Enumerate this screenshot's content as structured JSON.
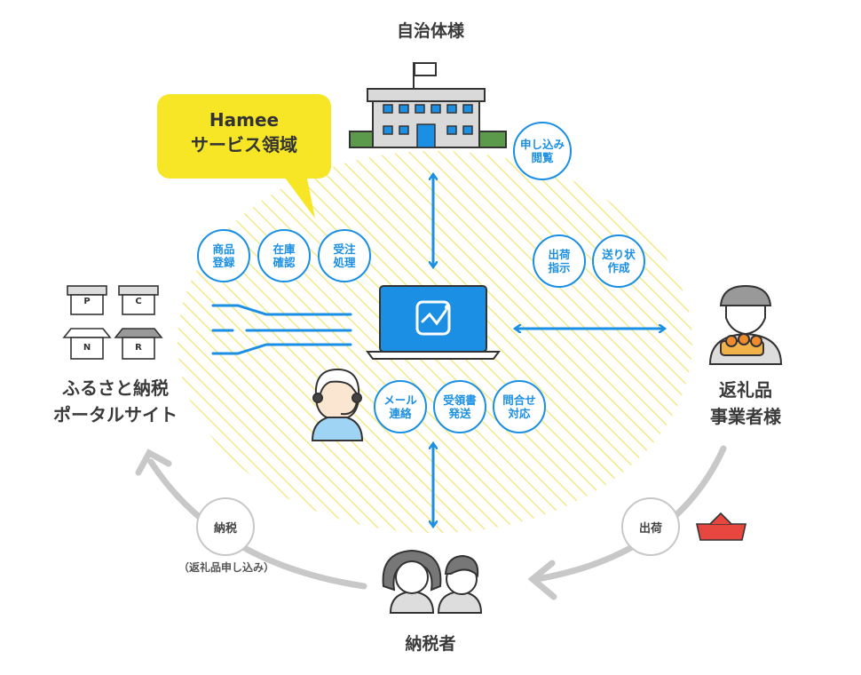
{
  "title_municipality": "自治体様",
  "callout": {
    "line1": "Hamee",
    "line2": "サービス領域"
  },
  "portal": {
    "line1": "ふるさと納税",
    "line2": "ポータルサイト",
    "boxes": [
      "P",
      "C",
      "N",
      "R"
    ]
  },
  "supplier": {
    "line1": "返礼品",
    "line2": "事業者様"
  },
  "taxpayer": "納税者",
  "bubbles": {
    "apply_view": [
      "申し込み",
      "閲覧"
    ],
    "product_reg": [
      "商品",
      "登録"
    ],
    "stock_check": [
      "在庫",
      "確認"
    ],
    "order_proc": [
      "受注",
      "処理"
    ],
    "ship_inst": [
      "出荷",
      "指示"
    ],
    "invoice": [
      "送り状",
      "作成"
    ],
    "mail": [
      "メール",
      "連絡"
    ],
    "receipt": [
      "受領書",
      "発送"
    ],
    "inquiry": [
      "問合せ",
      "対応"
    ]
  },
  "flow": {
    "tax": "納税",
    "tax_note": "（返礼品申し込み）",
    "ship": "出荷"
  },
  "colors": {
    "accent_blue": "#1a8fe3",
    "callout_yellow": "#f7e626",
    "gray_arrow": "#c8c8c8"
  }
}
